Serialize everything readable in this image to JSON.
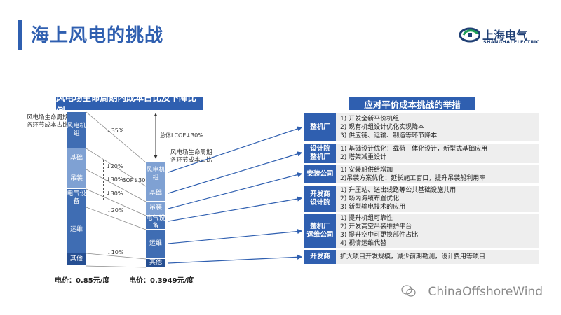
{
  "title": "海上风电的挑战",
  "logo": {
    "name": "上海电气",
    "sub": "SHANGHAI ELECTRIC"
  },
  "left_header": "风电场生命周期内成本占比及下降比例",
  "right_header": "应对平价成本挑战的举措",
  "bar1": {
    "caption": "风电场生命周期各环节成本占比",
    "segments": [
      "风电机组",
      "基础",
      "吊装",
      "电气设备",
      "运维",
      "其他"
    ]
  },
  "bar2": {
    "caption": "风电场生命周期各环节成本占比",
    "segments": [
      "风电机组",
      "基础",
      "吊装",
      "电气设备",
      "运维",
      "其他"
    ]
  },
  "reductions": {
    "turbine": "↓35%",
    "foundation": "↓20%",
    "install": "↓30%",
    "electric": "↓30%",
    "bop": "BOP↓30%",
    "om": "↓20%",
    "other": "↓10%",
    "total": "总体LCOE↓30%"
  },
  "price1": "电价：0.85元/度",
  "price2": "电价：0.3949元/度",
  "measures": [
    {
      "label": "整机厂",
      "lines": [
        "1) 开发全新平价机组",
        "2) 现有机组设计优化实现降本",
        "3) 供应链、运输、制造等环节降本"
      ]
    },
    {
      "label": "设计院\n整机厂",
      "lines": [
        "1) 基础设计优化：载荷一体化设计，新型式基础应用",
        "2) 塔架减重设计"
      ]
    },
    {
      "label": "安装公司",
      "lines": [
        "1) 安装船供给增加",
        "2)吊装方案优化：延长施工窗口，提升吊装船利用率"
      ]
    },
    {
      "label": "开发商\n设计院",
      "lines": [
        "1) 升压站、送出线路等公共基础设施共用",
        "2) 场内海缆布置优化",
        "3) 新型输电技术的应用"
      ]
    },
    {
      "label": "整机厂\n运维公司",
      "lines": [
        "1) 提升机组可靠性",
        "2) 开发高空吊装维护平台",
        "3) 提升空中可更换部件占比",
        "4) 视情运维代替"
      ]
    },
    {
      "label": "开发商",
      "lines": [
        "扩大项目开发规模，减少前期勘测，设计费用等项目"
      ]
    }
  ],
  "watermark": "ChinaOffshoreWind"
}
